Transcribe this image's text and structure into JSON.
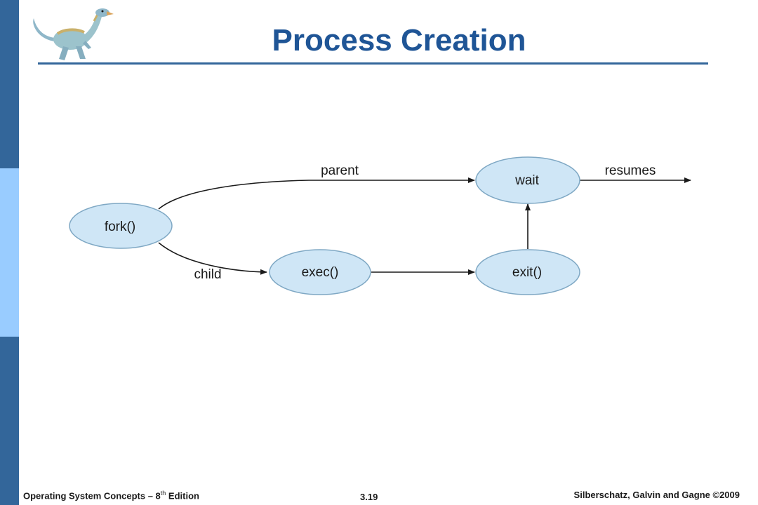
{
  "slide": {
    "title": "Process Creation"
  },
  "diagram": {
    "nodes": {
      "fork": "fork()",
      "exec": "exec()",
      "wait": "wait",
      "exit": "exit()"
    },
    "edge_labels": {
      "parent": "parent",
      "child": "child",
      "resumes": "resumes"
    },
    "colors": {
      "node_fill": "#cfe6f6",
      "node_stroke": "#7fa8c4",
      "arrow": "#1a1a1a"
    }
  },
  "footer": {
    "left_pre": "Operating System Concepts – 8",
    "left_sup": "th",
    "left_post": " Edition",
    "page": "3.19",
    "right": "Silberschatz, Galvin and Gagne ©2009"
  },
  "logo_icon": "dinosaur-icon"
}
